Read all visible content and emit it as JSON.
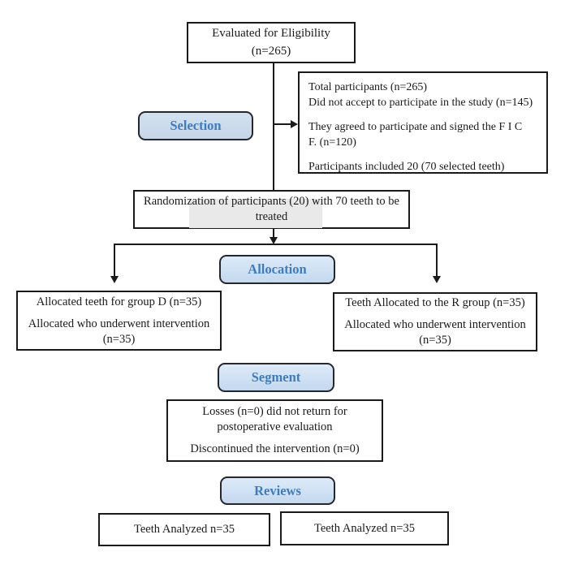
{
  "colors": {
    "background": "#ffffff",
    "text": "#1a1a1a",
    "line": "#1a1a1a",
    "box_border": "#1a1a1a",
    "stage_fill": "#cfe1f4",
    "stage_fill_selection": "#c5d6e8",
    "stage_border": "#26262e",
    "stage_text": "#3d7dbf",
    "highlight": "#e9e9e9"
  },
  "stages": {
    "selection": "Selection",
    "allocation": "Allocation",
    "segment": "Segment",
    "reviews": "Reviews"
  },
  "boxes": {
    "eligibility": {
      "lines": [
        "Evaluated for Eligibility",
        "(n=265)"
      ]
    },
    "participants_info": {
      "lines": [
        "Total participants (n=265)",
        "Did not accept to participate in the study (n=145)",
        "They agreed to participate and signed the  F I C",
        "F. (n=120)",
        "Participants included 20  (70 selected teeth)"
      ]
    },
    "randomization": {
      "lines": [
        "Randomization of participants (20) with 70 teeth to be",
        "treated"
      ]
    },
    "allocation_left": {
      "lines": [
        "Allocated teeth for group D (n=35)",
        "Allocated who underwent intervention",
        "(n=35)"
      ]
    },
    "allocation_right": {
      "lines": [
        "Teeth Allocated to the R group (n=35)",
        "Allocated who underwent intervention",
        "(n=35)"
      ]
    },
    "losses": {
      "lines": [
        "Losses (n=0) did not return for",
        "postoperative evaluation",
        "Discontinued the intervention (n=0)"
      ]
    },
    "analyzed_left": {
      "lines": [
        "Teeth Analyzed n=35"
      ]
    },
    "analyzed_right": {
      "lines": [
        "Teeth Analyzed n=35"
      ]
    }
  }
}
